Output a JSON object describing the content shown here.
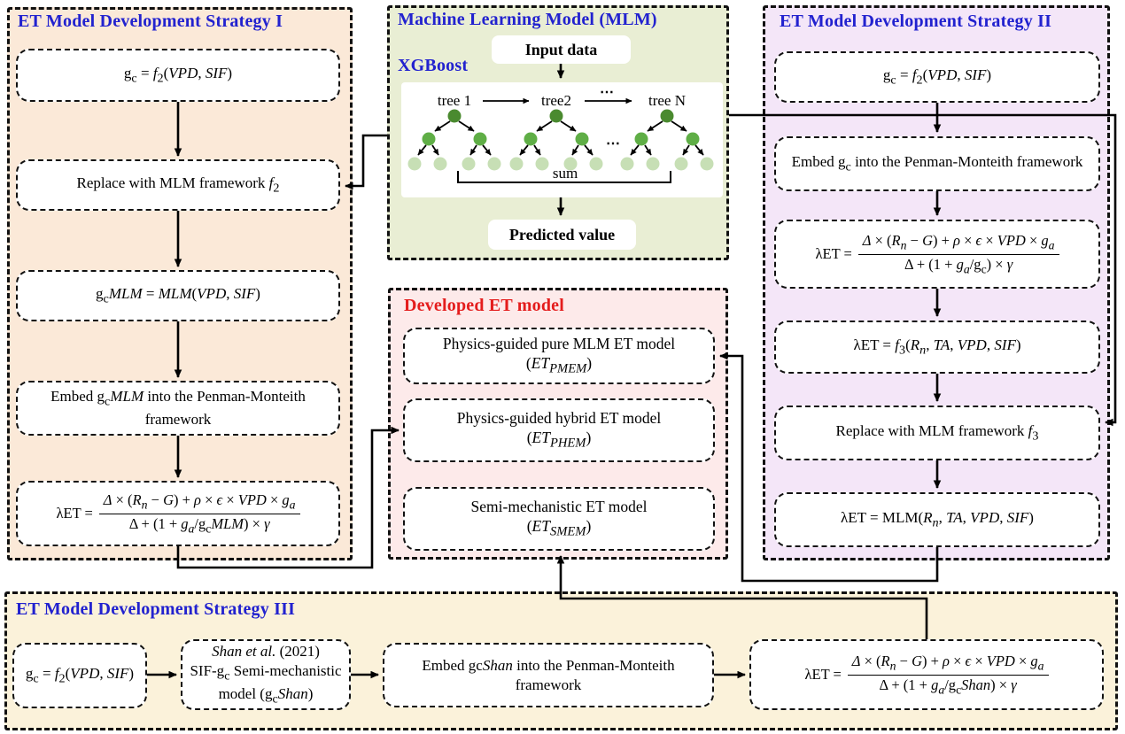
{
  "strategy1": {
    "title": "ET Model Development Strategy I",
    "box1": "g<sub>c</sub> = <i>f</i><sub>2</sub>(<i>VPD</i>, <i>SIF</i>)",
    "box2": "Replace with MLM framework <i>f</i><sub>2</sub>",
    "box3": "g<sub>c</sub><i>MLM</i> = <i>MLM</i>(<i>VPD</i>, <i>SIF</i>)",
    "box4": "Embed g<sub>c</sub><i>MLM</i> into the Penman-Monteith framework",
    "box5_lhs": "λET =",
    "box5_num": "<i>Δ</i> × (<i>R</i><sub><i>n</i></sub> − <i>G</i>) + <i>ρ</i> × <i>ϵ</i> × <i>VPD</i> × <i>g</i><sub><i>a</i></sub>",
    "box5_den": "Δ + (1 + <i>g</i><sub><i>a</i></sub>/g<sub>c</sub><i>MLM</i>) × <i>γ</i>"
  },
  "mlm": {
    "title": "Machine Learning Model (MLM)",
    "algorithm": "XGBoost",
    "input_label": "Input data",
    "output_label": "Predicted value",
    "tree1_label": "tree 1",
    "tree2_label": "tree2",
    "treeN_label": "tree N",
    "dots": "⋯",
    "sum_label": "sum"
  },
  "strategy2": {
    "title": "ET Model Development Strategy II",
    "box1": "g<sub>c</sub> = <i>f</i><sub>2</sub>(<i>VPD</i>, <i>SIF</i>)",
    "box2": "Embed g<sub>c</sub> into the Penman-Monteith framework",
    "box3_lhs": "λET =",
    "box3_num": "<i>Δ</i> × (<i>R</i><sub><i>n</i></sub> − <i>G</i>) + <i>ρ</i> × <i>ϵ</i> × <i>VPD</i> × <i>g</i><sub><i>a</i></sub>",
    "box3_den": "Δ + (1 + <i>g</i><sub><i>a</i></sub>/g<sub>c</sub>) × <i>γ</i>",
    "box4": "λET = <i>f</i><sub>3</sub>(<i>R</i><sub><i>n</i></sub>, <i>TA</i>, <i>VPD</i>, <i>SIF</i>)",
    "box5": "Replace with MLM framework <i>f</i><sub>3</sub>",
    "box6": "λET = MLM(<i>R</i><sub><i>n</i></sub>, <i>TA</i>, <i>VPD</i>, <i>SIF</i>)"
  },
  "developed": {
    "title": "Developed ET model",
    "model1_name": "Physics-guided pure MLM ET model",
    "model1_symbol": "(<i>ET</i><sub><i>PMEM</i></sub>)",
    "model2_name": "Physics-guided hybrid ET model",
    "model2_symbol": "(<i>ET</i><sub><i>PHEM</i></sub>)",
    "model3_name": "Semi-mechanistic ET model",
    "model3_symbol": "(<i>ET</i><sub><i>SMEM</i></sub>)"
  },
  "strategy3": {
    "title": "ET Model Development Strategy III",
    "box1": "g<sub>c</sub> = <i>f</i><sub>2</sub>(<i>VPD</i>, <i>SIF</i>)",
    "box2_line1": "<i>Shan et al.</i> (2021)",
    "box2_line2": "SIF-g<sub>c</sub> Semi-mechanistic",
    "box2_line3": "model (g<sub>c</sub><i>Shan</i>)",
    "box3": "Embed gc<i>Shan</i> into the Penman-Monteith framework",
    "box4_lhs": "λET =",
    "box4_num": "<i>Δ</i> × (<i>R</i><sub><i>n</i></sub> − <i>G</i>) + <i>ρ</i> × <i>ϵ</i> × <i>VPD</i> × <i>g</i><sub><i>a</i></sub>",
    "box4_den": "Δ + (1 + <i>g</i><sub><i>a</i></sub>/g<sub>c</sub><i>Shan</i>) × <i>γ</i>"
  },
  "colors": {
    "strategy1_bg": "#fbe9d8",
    "mlm_bg": "#e9eed4",
    "strategy2_bg": "#f4e6f8",
    "developed_bg": "#fdeaea",
    "strategy3_bg": "#fbf2da",
    "title_blue": "#2222cf",
    "title_red": "#e41d1d",
    "tree_root_green": "#4a8a2f",
    "tree_mid_green": "#5fae46",
    "tree_leaf_green": "#c7dfb5",
    "line_black": "#000000"
  }
}
